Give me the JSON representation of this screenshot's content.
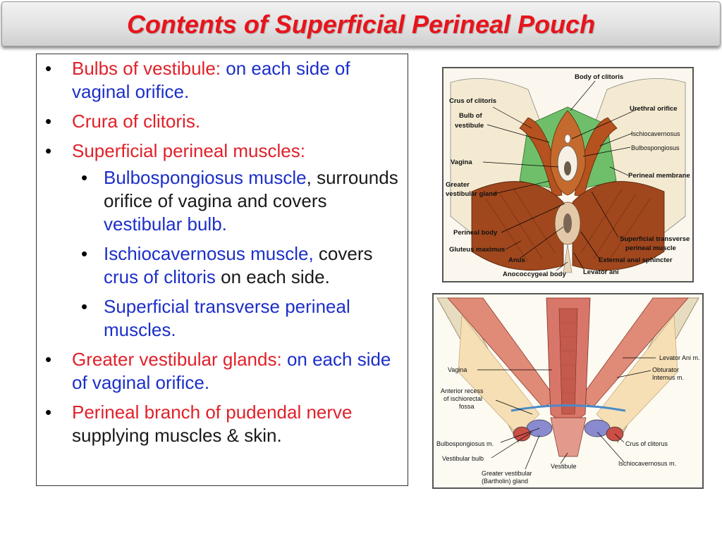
{
  "slide": {
    "title": "Contents of Superficial Perineal Pouch"
  },
  "bullets": {
    "b1": {
      "red": "Bulbs of vestibule:",
      "blue": " on each side of vaginal orifice."
    },
    "b2": {
      "red": "Crura of clitoris."
    },
    "b3": {
      "red": "Superficial perineal muscles:"
    },
    "sub1": {
      "blue1": "Bulbospongiosus muscle",
      "black1": ", surrounds orifice of vagina and covers ",
      "blue2": "vestibular bulb."
    },
    "sub2": {
      "blue1": "Ischiocavernosus muscle,",
      "black1": " covers ",
      "blue2": "crus of clitoris",
      "black2": " on each side."
    },
    "sub3": {
      "blue1": "Superficial transverse perineal muscles."
    },
    "b4": {
      "red": "Greater vestibular glands:",
      "blue": " on each side of vaginal orifice."
    },
    "b5": {
      "red": "Perineal branch of pudendal nerve",
      "black": " supplying muscles & skin."
    },
    "bullet_glyph": "•"
  },
  "figure1": {
    "labels": {
      "body_of_clitoris": "Body of clitoris",
      "crus_of_clitoris": "Crus of clitoris",
      "bulb_of": "Bulb of",
      "vestibule": "vestibule",
      "urethral_orifice": "Urethral orifice",
      "ischiocavernosus": "Ischiocavernosus",
      "bulbospongiosus": "Bulbospongiosus",
      "vagina": "Vagina",
      "perineal_membrane": "Perineal membrane",
      "greater": "Greater",
      "vestibular_gland": "vestibular gland",
      "perineal_body": "Perineal body",
      "superficial_transverse": "Superficial transverse",
      "perineal_muscle": "perineal muscle",
      "gluteus_maximus": "Gluteus maximus",
      "anus": "Anus",
      "external_anal_sphincter": "External anal sphincter",
      "anococcygeal_body": "Anococcygeal body",
      "levator_ani": "Levator ani"
    },
    "colors": {
      "muscle": "#a0471e",
      "membrane": "#6fbf6a",
      "fat": "#f3e7c9"
    }
  },
  "figure2": {
    "labels": {
      "levator_ani": "Levator Ani m.",
      "vagina": "Vagina",
      "obturator": "Obturator",
      "internus": "Internus m.",
      "anterior_recess": "Anterior recess",
      "of_ischiorectal": "of ischiorectal",
      "fossa": "fossa",
      "bulbospongiosus": "Bulbospongiosus m.",
      "crus_of_clitorus": "Crus of clitorus",
      "vestibular_bulb": "Vestibular bulb",
      "vestibule": "Vestibule",
      "ischiocavernosus": "Ischiocavernosus m.",
      "greater_vestibular": "Greater vestibular",
      "bartholin_gland": "(Bartholin) gland"
    },
    "colors": {
      "muscle": "#d9766a",
      "fat": "#f6dfb5",
      "bone": "#e8dcc0"
    }
  }
}
